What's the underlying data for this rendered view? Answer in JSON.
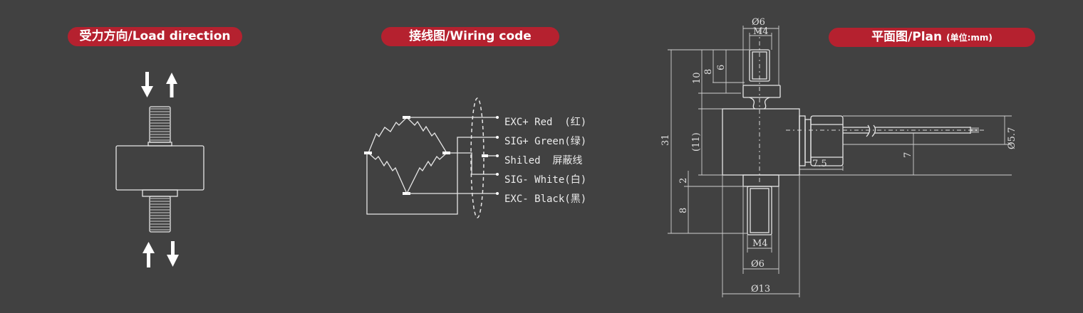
{
  "sections": {
    "load_direction": {
      "title_cn": "受力方向",
      "title_en": "/Load direction"
    },
    "wiring_code": {
      "title_cn": "接线图",
      "title_en": "/Wiring code"
    },
    "plan": {
      "title_cn": "平面图",
      "title_en": "/Plan",
      "unit": "(单位:mm)"
    }
  },
  "wiring": [
    {
      "label": "EXC+ Red  (红)"
    },
    {
      "label": "SIG+ Green(绿)"
    },
    {
      "label": "Shiled  屏蔽线"
    },
    {
      "label": "SIG- White(白)"
    },
    {
      "label": "EXC- Black(黑)"
    }
  ],
  "dimensions": {
    "top_dia": "Ø6",
    "top_thread": "M4",
    "d10": "10",
    "d8_top": "8",
    "d6": "6",
    "d31": "31",
    "d11": "(11)",
    "d2": "2",
    "d8_bottom": "8",
    "d7_5": "7.5",
    "d7": "7",
    "cable_dia": "Ø5.7",
    "bottom_thread": "M4",
    "bottom_dia": "Ø6",
    "body_dia": "Ø13"
  },
  "colors": {
    "accent": "#b5212f",
    "background": "#414141"
  }
}
